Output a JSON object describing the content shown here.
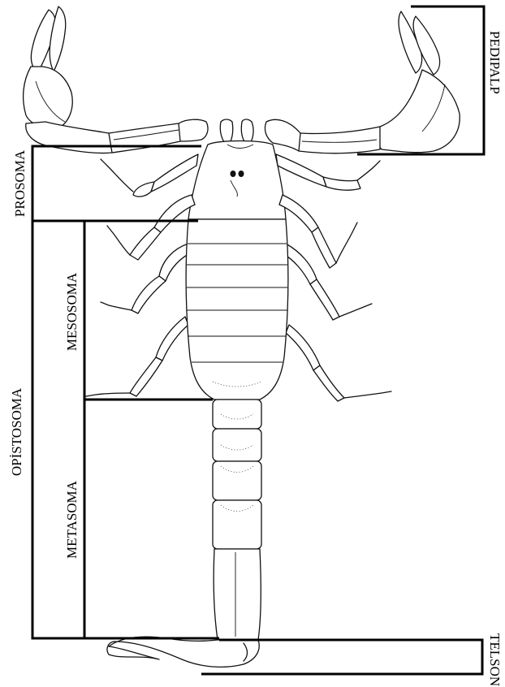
{
  "labels": {
    "pedipalp": "PEDIPALP",
    "prosoma": "PROSOMA",
    "opistosoma": "OPİSTOSOMA",
    "mesosoma": "MESOSOMA",
    "metasoma": "METASOMA",
    "telson": "TELSON"
  }
}
